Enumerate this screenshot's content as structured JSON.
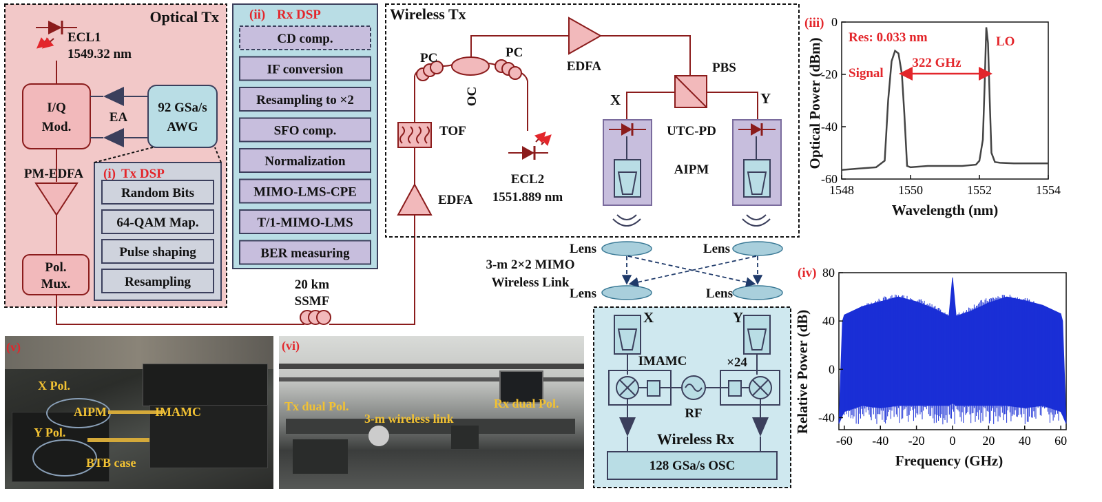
{
  "colors": {
    "fiber": "#8b1c1c",
    "pink_fill": "#f2c8c8",
    "pink_box": "#f2b9bb",
    "blue_fill": "#b9dde5",
    "lavender": "#c7bedd",
    "navy": "#3b3f5c",
    "red_label": "#e3262b",
    "spectrum_blue": "#1a2fd6",
    "photo_text": "#f2c233"
  },
  "optical_tx": {
    "title": "Optical Tx",
    "laser": "ECL1",
    "laser_wl": "1549.32 nm",
    "iq_line1": "I/Q",
    "iq_line2": "Mod.",
    "ea": "EA",
    "awg_line1": "92 GSa/s",
    "awg_line2": "AWG",
    "edfa": "PM-EDFA",
    "polmux_line1": "Pol.",
    "polmux_line2": "Mux.",
    "tx_dsp_tag": "(i)",
    "tx_dsp_title": "Tx DSP",
    "tx_dsp_blocks": [
      "Random Bits",
      "64-QAM Map.",
      "Pulse shaping",
      "Resampling"
    ]
  },
  "rx_dsp": {
    "tag": "(ii)",
    "title": "Rx DSP",
    "blocks": [
      "CD comp.",
      "IF conversion",
      "Resampling to ×2",
      "SFO comp.",
      "Normalization",
      "MIMO-LMS-CPE",
      "T/1-MIMO-LMS",
      "BER measuring"
    ]
  },
  "fiber": {
    "line1": "20 km",
    "line2": "SSMF"
  },
  "wireless_tx": {
    "title": "Wireless Tx",
    "pc1": "PC",
    "pc2": "PC",
    "oc": "OC",
    "edfa_top": "EDFA",
    "tof": "TOF",
    "edfa_bottom": "EDFA",
    "laser": "ECL2",
    "laser_wl": "1551.889 nm",
    "pbs": "PBS",
    "x": "X",
    "y": "Y",
    "utc_pd": "UTC-PD",
    "aipm": "AIPM"
  },
  "wireless_link": {
    "lens_tl": "Lens",
    "lens_tr": "Lens",
    "lens_bl": "Lens",
    "lens_br": "Lens",
    "line1": "3-m 2×2 MIMO",
    "line2": "Wireless Link"
  },
  "wireless_rx": {
    "x": "X",
    "y": "Y",
    "imamc": "IMAMC",
    "mult": "×24",
    "rf": "RF",
    "title": "Wireless Rx",
    "osc": "128 GSa/s OSC"
  },
  "photo_v": {
    "tag": "(v)",
    "labels": [
      "X Pol.",
      "AIPM",
      "IMAMC",
      "Y Pol.",
      "BTB case"
    ]
  },
  "photo_vi": {
    "tag": "(vi)",
    "labels": [
      "Tx dual Pol.",
      "3-m wireless link",
      "Rx dual Pol."
    ]
  },
  "chart_data": [
    {
      "type": "line",
      "tag": "(iii)",
      "xlabel": "Wavelength (nm)",
      "ylabel": "Optical Power (dBm)",
      "xlim": [
        1548,
        1554
      ],
      "ylim": [
        -60,
        0
      ],
      "xticks": [
        1548,
        1550,
        1552,
        1554
      ],
      "yticks": [
        0,
        -20,
        -40,
        -60
      ],
      "annotations": {
        "res": "Res: 0.033 nm",
        "signal": "Signal",
        "lo": "LO",
        "spacing": "322 GHz"
      },
      "series": [
        {
          "x": [
            1548.0,
            1548.5,
            1549.0,
            1549.25,
            1549.35,
            1549.45,
            1549.55,
            1549.65,
            1549.75,
            1549.82,
            1549.9,
            1550.0,
            1550.5,
            1551.0,
            1551.5,
            1551.9,
            1552.0,
            1552.1,
            1552.15,
            1552.2,
            1552.25,
            1552.3,
            1552.35,
            1552.45,
            1552.6,
            1553.0,
            1553.5,
            1554.0
          ],
          "y": [
            -56.5,
            -56,
            -55.5,
            -53,
            -30,
            -15,
            -11,
            -12,
            -20,
            -35,
            -55,
            -55.5,
            -55,
            -55,
            -55,
            -54.5,
            -53,
            -45,
            -25,
            -2,
            -8,
            -30,
            -50,
            -53.5,
            -53.8,
            -54,
            -54,
            -54
          ]
        }
      ]
    },
    {
      "type": "area",
      "tag": "(iv)",
      "xlabel": "Frequency (GHz)",
      "ylabel": "Relative Power (dB)",
      "xlim": [
        -63,
        63
      ],
      "ylim": [
        -50,
        80
      ],
      "xticks": [
        -60,
        -40,
        -20,
        0,
        20,
        40,
        60
      ],
      "yticks": [
        80,
        40,
        0,
        -40
      ],
      "series": [
        {
          "x": [
            -63,
            -61,
            -60,
            -50,
            -40,
            -30,
            -20,
            -10,
            -2,
            0,
            2,
            10,
            20,
            30,
            40,
            50,
            60,
            61,
            63
          ],
          "y_top": [
            -45,
            40,
            45,
            52,
            56,
            60,
            56,
            50,
            44,
            76,
            44,
            48,
            55,
            60,
            57,
            53,
            46,
            40,
            -45
          ],
          "y_bottom": [
            -45,
            -38,
            -35,
            -30,
            -32,
            -30,
            -30,
            -30,
            -30,
            -28,
            -30,
            -30,
            -30,
            -30,
            -32,
            -30,
            -35,
            -38,
            -45
          ]
        }
      ]
    }
  ]
}
